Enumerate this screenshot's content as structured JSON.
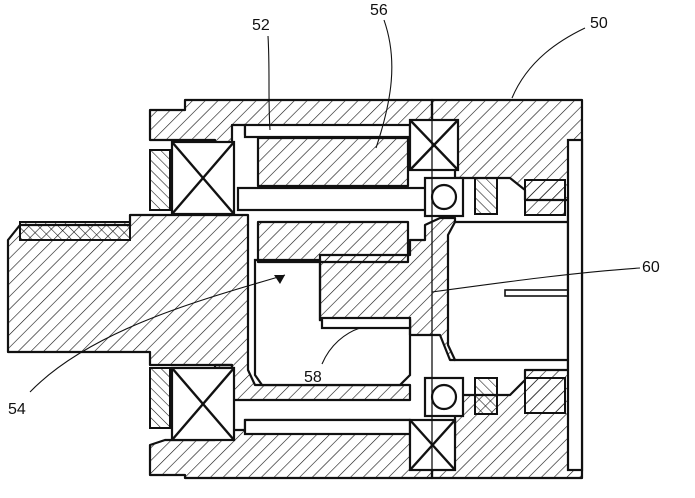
{
  "labels": {
    "ref_50": "50",
    "ref_52": "52",
    "ref_54": "54",
    "ref_56": "56",
    "ref_58": "58",
    "ref_60": "60"
  },
  "colors": {
    "ink": "#111111",
    "background": "#ffffff"
  }
}
